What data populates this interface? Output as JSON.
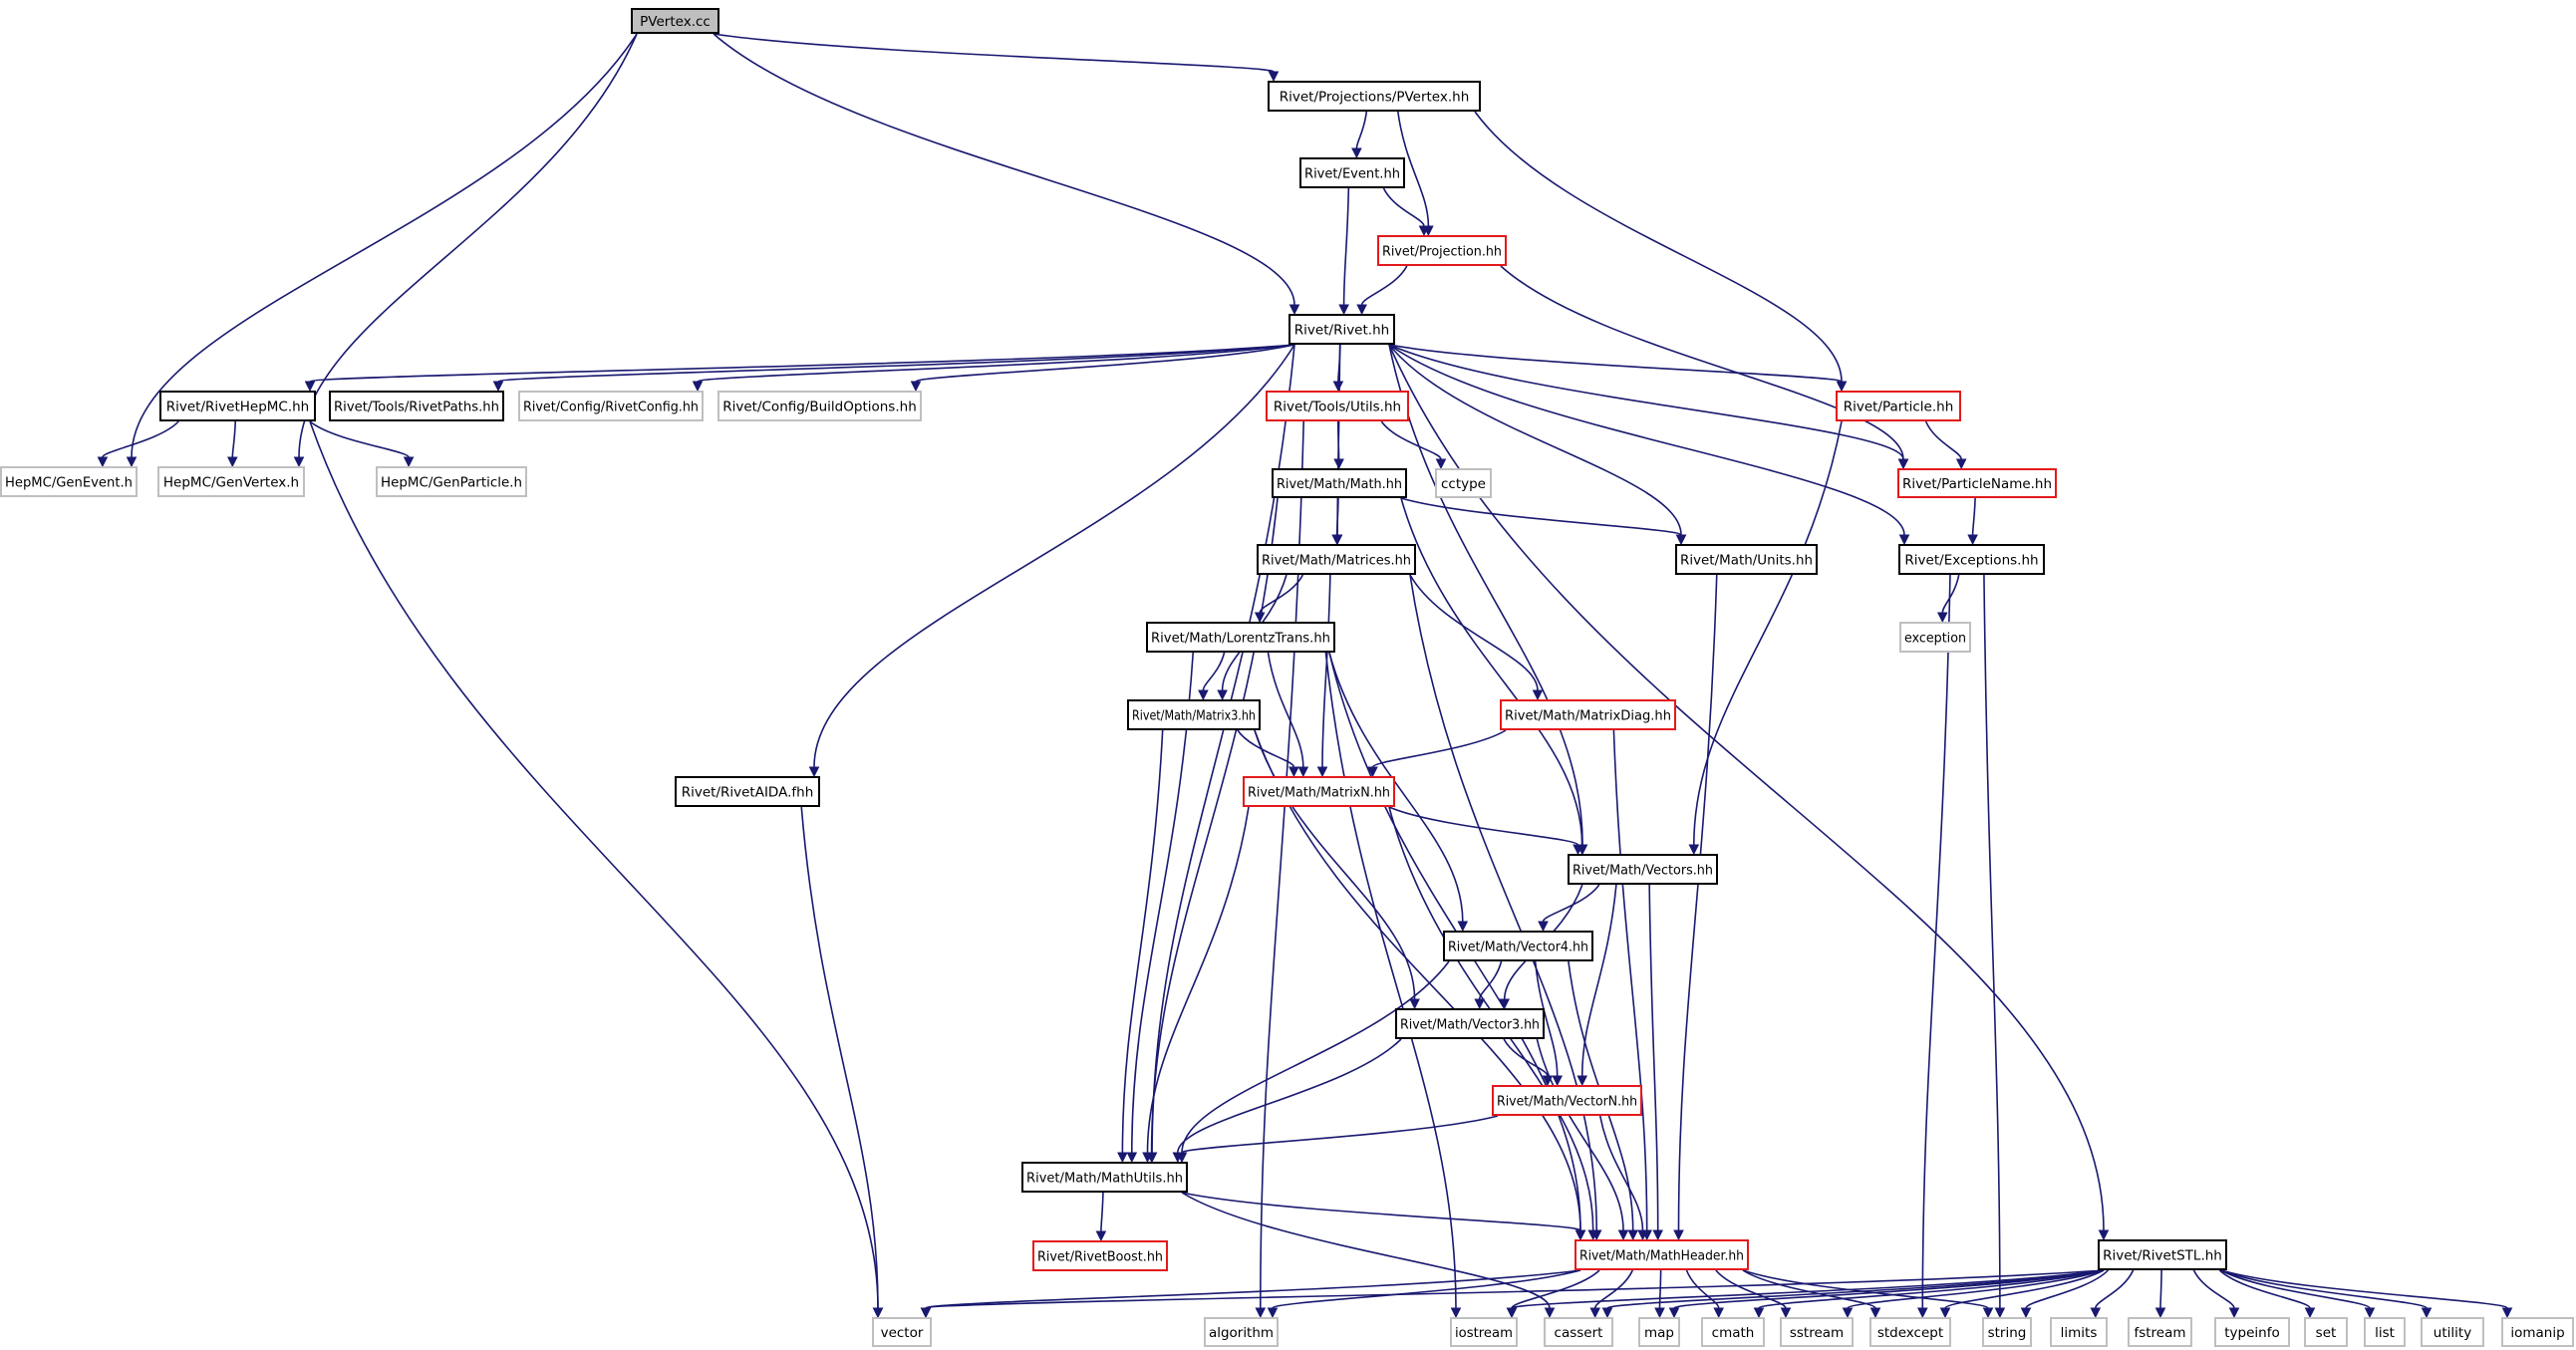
{
  "diagram": {
    "colors": {
      "edge": "#191970",
      "documented": "#000000",
      "has_more_includes": "#e31a1c",
      "external": "#bfbfbf",
      "root_fill": "#bfbfbf"
    },
    "nodes": [
      {
        "id": "pvertex_cc",
        "label": "PVertex.cc",
        "style": "root"
      },
      {
        "id": "proj_pvertex",
        "label": "Rivet/Projections/PVertex.hh",
        "style": "black"
      },
      {
        "id": "event",
        "label": "Rivet/Event.hh",
        "style": "black"
      },
      {
        "id": "projection",
        "label": "Rivet/Projection.hh",
        "style": "red"
      },
      {
        "id": "rivet",
        "label": "Rivet/Rivet.hh",
        "style": "black"
      },
      {
        "id": "rivethepmc",
        "label": "Rivet/RivetHepMC.hh",
        "style": "black"
      },
      {
        "id": "rivetpaths",
        "label": "Rivet/Tools/RivetPaths.hh",
        "style": "black"
      },
      {
        "id": "rivetconfig",
        "label": "Rivet/Config/RivetConfig.hh",
        "style": "gray"
      },
      {
        "id": "buildoptions",
        "label": "Rivet/Config/BuildOptions.hh",
        "style": "gray"
      },
      {
        "id": "utils",
        "label": "Rivet/Tools/Utils.hh",
        "style": "red"
      },
      {
        "id": "particle",
        "label": "Rivet/Particle.hh",
        "style": "red"
      },
      {
        "id": "genevent",
        "label": "HepMC/GenEvent.h",
        "style": "gray"
      },
      {
        "id": "genvertex",
        "label": "HepMC/GenVertex.h",
        "style": "gray"
      },
      {
        "id": "genparticle",
        "label": "HepMC/GenParticle.h",
        "style": "gray"
      },
      {
        "id": "mathhh",
        "label": "Rivet/Math/Math.hh",
        "style": "black"
      },
      {
        "id": "cctype",
        "label": "cctype",
        "style": "gray"
      },
      {
        "id": "particlename",
        "label": "Rivet/ParticleName.hh",
        "style": "red"
      },
      {
        "id": "matrices",
        "label": "Rivet/Math/Matrices.hh",
        "style": "black"
      },
      {
        "id": "units",
        "label": "Rivet/Math/Units.hh",
        "style": "black"
      },
      {
        "id": "exceptions",
        "label": "Rivet/Exceptions.hh",
        "style": "black"
      },
      {
        "id": "exception",
        "label": "exception",
        "style": "gray"
      },
      {
        "id": "lorentz",
        "label": "Rivet/Math/LorentzTrans.hh",
        "style": "black"
      },
      {
        "id": "matrix3",
        "label": "Rivet/Math/Matrix3.hh",
        "style": "black"
      },
      {
        "id": "matrixdiag",
        "label": "Rivet/Math/MatrixDiag.hh",
        "style": "red"
      },
      {
        "id": "rivetaida",
        "label": "Rivet/RivetAIDA.fhh",
        "style": "black"
      },
      {
        "id": "matrixn",
        "label": "Rivet/Math/MatrixN.hh",
        "style": "red"
      },
      {
        "id": "vectors",
        "label": "Rivet/Math/Vectors.hh",
        "style": "black"
      },
      {
        "id": "vector4",
        "label": "Rivet/Math/Vector4.hh",
        "style": "black"
      },
      {
        "id": "vector3",
        "label": "Rivet/Math/Vector3.hh",
        "style": "black"
      },
      {
        "id": "vectorn",
        "label": "Rivet/Math/VectorN.hh",
        "style": "red"
      },
      {
        "id": "mathutils",
        "label": "Rivet/Math/MathUtils.hh",
        "style": "black"
      },
      {
        "id": "rivetboost",
        "label": "Rivet/RivetBoost.hh",
        "style": "red"
      },
      {
        "id": "mathheader",
        "label": "Rivet/Math/MathHeader.hh",
        "style": "red"
      },
      {
        "id": "rivetstl",
        "label": "Rivet/RivetSTL.hh",
        "style": "black"
      },
      {
        "id": "vector",
        "label": "vector",
        "style": "gray"
      },
      {
        "id": "algorithm",
        "label": "algorithm",
        "style": "gray"
      },
      {
        "id": "iostream",
        "label": "iostream",
        "style": "gray"
      },
      {
        "id": "cassert",
        "label": "cassert",
        "style": "gray"
      },
      {
        "id": "map",
        "label": "map",
        "style": "gray"
      },
      {
        "id": "cmath",
        "label": "cmath",
        "style": "gray"
      },
      {
        "id": "sstream",
        "label": "sstream",
        "style": "gray"
      },
      {
        "id": "stdexcept",
        "label": "stdexcept",
        "style": "gray"
      },
      {
        "id": "string",
        "label": "string",
        "style": "gray"
      },
      {
        "id": "limits",
        "label": "limits",
        "style": "gray"
      },
      {
        "id": "fstream",
        "label": "fstream",
        "style": "gray"
      },
      {
        "id": "typeinfo",
        "label": "typeinfo",
        "style": "gray"
      },
      {
        "id": "set",
        "label": "set",
        "style": "gray"
      },
      {
        "id": "list",
        "label": "list",
        "style": "gray"
      },
      {
        "id": "utility",
        "label": "utility",
        "style": "gray"
      },
      {
        "id": "iomanip",
        "label": "iomanip",
        "style": "gray"
      }
    ],
    "edges": [
      [
        "pvertex_cc",
        "genevent"
      ],
      [
        "pvertex_cc",
        "genvertex"
      ],
      [
        "pvertex_cc",
        "proj_pvertex"
      ],
      [
        "pvertex_cc",
        "rivet"
      ],
      [
        "proj_pvertex",
        "event"
      ],
      [
        "proj_pvertex",
        "projection"
      ],
      [
        "proj_pvertex",
        "particle"
      ],
      [
        "event",
        "rivet"
      ],
      [
        "event",
        "projection"
      ],
      [
        "projection",
        "rivet"
      ],
      [
        "projection",
        "particlename"
      ],
      [
        "rivet",
        "rivethepmc"
      ],
      [
        "rivet",
        "rivetpaths"
      ],
      [
        "rivet",
        "rivetconfig"
      ],
      [
        "rivet",
        "buildoptions"
      ],
      [
        "rivet",
        "utils"
      ],
      [
        "rivet",
        "particle"
      ],
      [
        "rivet",
        "particlename"
      ],
      [
        "rivet",
        "exceptions"
      ],
      [
        "rivet",
        "units"
      ],
      [
        "rivet",
        "matrices"
      ],
      [
        "rivet",
        "vectors"
      ],
      [
        "rivet",
        "mathutils"
      ],
      [
        "rivet",
        "rivetaida"
      ],
      [
        "rivet",
        "rivetstl"
      ],
      [
        "rivethepmc",
        "genevent"
      ],
      [
        "rivethepmc",
        "genvertex"
      ],
      [
        "rivethepmc",
        "genparticle"
      ],
      [
        "rivethepmc",
        "vector"
      ],
      [
        "utils",
        "mathhh"
      ],
      [
        "utils",
        "cctype"
      ],
      [
        "utils",
        "algorithm"
      ],
      [
        "particle",
        "particlename"
      ],
      [
        "particle",
        "vectors"
      ],
      [
        "particlename",
        "exceptions"
      ],
      [
        "mathhh",
        "matrices"
      ],
      [
        "mathhh",
        "units"
      ],
      [
        "mathhh",
        "vectors"
      ],
      [
        "mathhh",
        "mathutils"
      ],
      [
        "exceptions",
        "exception"
      ],
      [
        "exceptions",
        "stdexcept"
      ],
      [
        "exceptions",
        "string"
      ],
      [
        "units",
        "mathheader"
      ],
      [
        "matrices",
        "lorentz"
      ],
      [
        "matrices",
        "matrix3"
      ],
      [
        "matrices",
        "matrixdiag"
      ],
      [
        "matrices",
        "matrixn"
      ],
      [
        "matrices",
        "mathheader"
      ],
      [
        "lorentz",
        "matrix3"
      ],
      [
        "lorentz",
        "matrixn"
      ],
      [
        "lorentz",
        "vector4"
      ],
      [
        "lorentz",
        "mathutils"
      ],
      [
        "lorentz",
        "mathheader"
      ],
      [
        "lorentz",
        "iostream"
      ],
      [
        "matrix3",
        "matrixn"
      ],
      [
        "matrix3",
        "vector3"
      ],
      [
        "matrix3",
        "mathutils"
      ],
      [
        "matrix3",
        "mathheader"
      ],
      [
        "matrixdiag",
        "matrixn"
      ],
      [
        "matrixdiag",
        "mathheader"
      ],
      [
        "matrixn",
        "vectors"
      ],
      [
        "matrixn",
        "mathutils"
      ],
      [
        "matrixn",
        "mathheader"
      ],
      [
        "rivetaida",
        "vector"
      ],
      [
        "vectors",
        "vector4"
      ],
      [
        "vectors",
        "vector3"
      ],
      [
        "vectors",
        "vectorn"
      ],
      [
        "vectors",
        "mathheader"
      ],
      [
        "vector4",
        "vector3"
      ],
      [
        "vector4",
        "vectorn"
      ],
      [
        "vector4",
        "mathutils"
      ],
      [
        "vector4",
        "mathheader"
      ],
      [
        "vector3",
        "vectorn"
      ],
      [
        "vector3",
        "mathutils"
      ],
      [
        "vector3",
        "mathheader"
      ],
      [
        "vectorn",
        "mathutils"
      ],
      [
        "vectorn",
        "mathheader"
      ],
      [
        "mathutils",
        "rivetboost"
      ],
      [
        "mathutils",
        "mathheader"
      ],
      [
        "mathutils",
        "cassert"
      ],
      [
        "mathheader",
        "vector"
      ],
      [
        "mathheader",
        "algorithm"
      ],
      [
        "mathheader",
        "iostream"
      ],
      [
        "mathheader",
        "cassert"
      ],
      [
        "mathheader",
        "map"
      ],
      [
        "mathheader",
        "cmath"
      ],
      [
        "mathheader",
        "sstream"
      ],
      [
        "mathheader",
        "stdexcept"
      ],
      [
        "mathheader",
        "string"
      ],
      [
        "rivetstl",
        "vector"
      ],
      [
        "rivetstl",
        "iostream"
      ],
      [
        "rivetstl",
        "cassert"
      ],
      [
        "rivetstl",
        "map"
      ],
      [
        "rivetstl",
        "cmath"
      ],
      [
        "rivetstl",
        "sstream"
      ],
      [
        "rivetstl",
        "stdexcept"
      ],
      [
        "rivetstl",
        "string"
      ],
      [
        "rivetstl",
        "limits"
      ],
      [
        "rivetstl",
        "fstream"
      ],
      [
        "rivetstl",
        "typeinfo"
      ],
      [
        "rivetstl",
        "set"
      ],
      [
        "rivetstl",
        "list"
      ],
      [
        "rivetstl",
        "utility"
      ],
      [
        "rivetstl",
        "iomanip"
      ]
    ]
  }
}
